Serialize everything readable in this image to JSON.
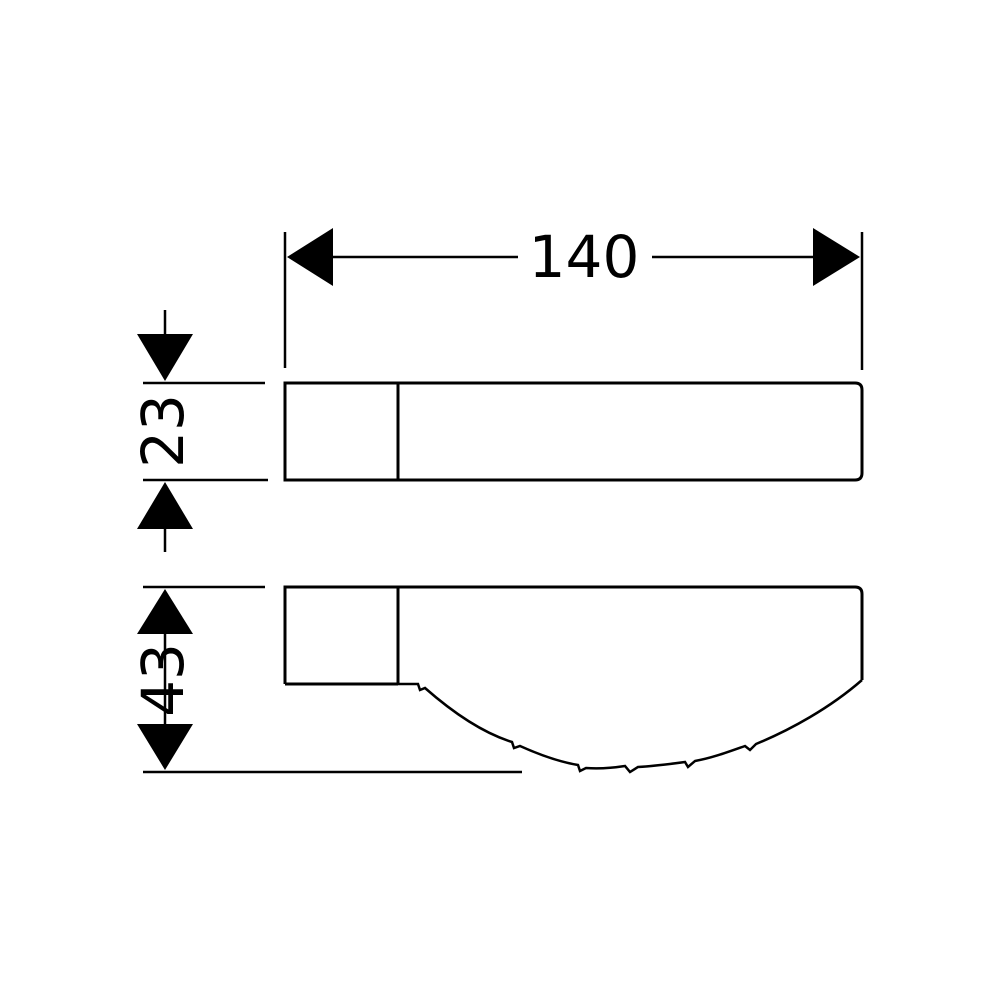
{
  "dimensions": {
    "width": "140",
    "top_height": "23",
    "total_height": "43"
  },
  "colors": {
    "line": "#000000",
    "background": "#ffffff"
  }
}
